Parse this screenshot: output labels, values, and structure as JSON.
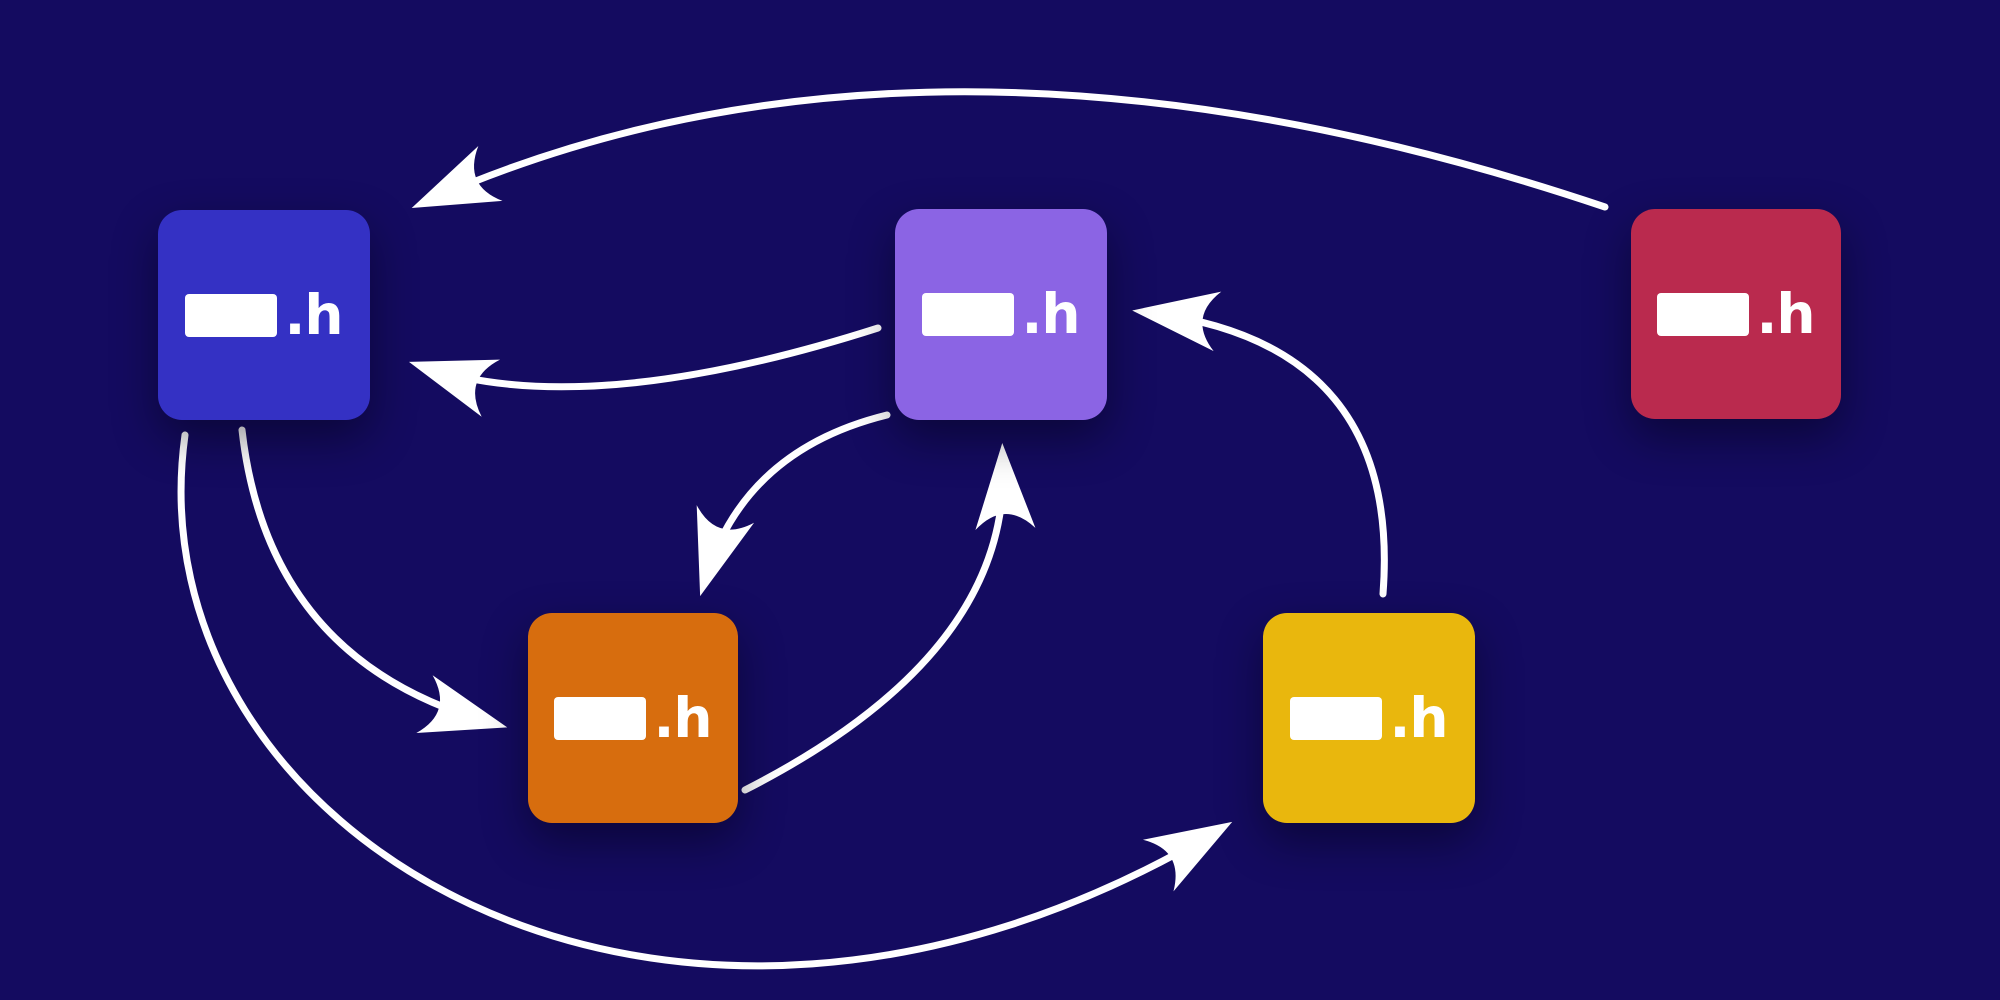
{
  "diagram": {
    "background_color": "#140b60",
    "arrow_color": "#ffffff",
    "file_extension_label": ".h",
    "nodes": [
      {
        "id": "blue",
        "label": ".h",
        "color": "#3431c4"
      },
      {
        "id": "purple",
        "label": ".h",
        "color": "#8b64e4"
      },
      {
        "id": "crimson",
        "label": ".h",
        "color": "#ba2a4e"
      },
      {
        "id": "orange",
        "label": ".h",
        "color": "#d76d0e"
      },
      {
        "id": "gold",
        "label": ".h",
        "color": "#e9b70d"
      }
    ],
    "edges": [
      {
        "from": "crimson",
        "to": "blue"
      },
      {
        "from": "purple",
        "to": "blue"
      },
      {
        "from": "purple",
        "to": "orange"
      },
      {
        "from": "orange",
        "to": "purple"
      },
      {
        "from": "gold",
        "to": "purple"
      },
      {
        "from": "blue",
        "to": "orange"
      },
      {
        "from": "blue",
        "to": "gold"
      }
    ]
  }
}
